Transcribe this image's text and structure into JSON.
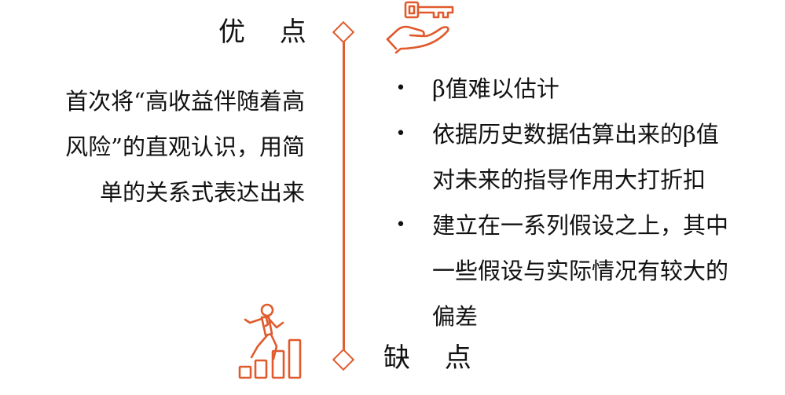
{
  "colors": {
    "accent": "#E05A2C",
    "text": "#111111",
    "background": "#FFFFFF"
  },
  "pros": {
    "heading_left": "优",
    "heading_right": "点",
    "lines": [
      "首次将“高收益伴随着高",
      "风险”的直观认识，用简",
      "单的关系式表达出来"
    ]
  },
  "cons": {
    "heading_left": "缺",
    "heading_right": "点",
    "bullet_symbol": "•",
    "items": [
      {
        "lines": [
          "β值难以估计"
        ]
      },
      {
        "lines": [
          "依据历史数据估算出来的β值",
          "对未来的指导作用大打折扣"
        ]
      },
      {
        "lines": [
          "建立在一系列假设之上，其中",
          "一些假设与实际情况有较大的",
          "偏差"
        ]
      }
    ]
  },
  "icons": {
    "top": "key-in-hand-icon",
    "bottom": "person-climbing-stairs-icon"
  }
}
